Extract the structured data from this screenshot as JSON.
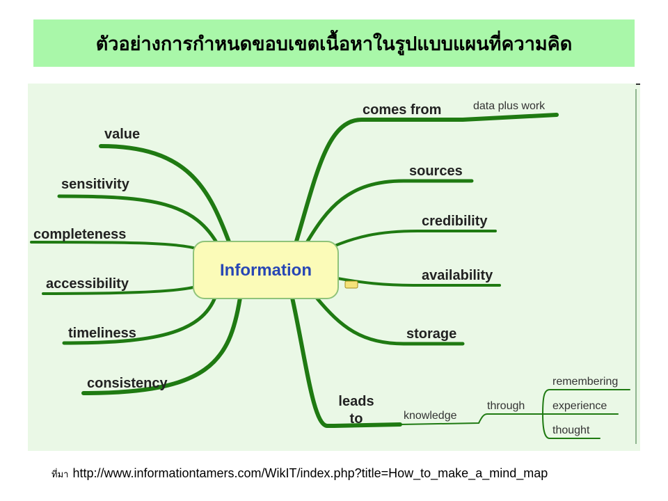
{
  "title": "ตัวอย่างการกำหนดขอบเขตเนื้อหาในรูปแบบแผนที่ความคิด",
  "center": "Information",
  "left_branches": [
    "value",
    "sensitivity",
    "completeness",
    "accessibility",
    "timeliness",
    "consistency"
  ],
  "right_branches": [
    "comes from",
    "sources",
    "credibility",
    "availability",
    "storage"
  ],
  "comes_from_sub": "data plus work",
  "leads_to": {
    "line1": "leads",
    "line2": "to"
  },
  "knowledge": "knowledge",
  "through": "through",
  "through_items": [
    "remembering",
    "experience",
    "thought"
  ],
  "source": {
    "prefix": "ที่มา",
    "url": "http://www.informationtamers.com/WikIT/index.php?title=How_to_make_a_mind_map"
  },
  "colors": {
    "branch": "#1f7a12",
    "title_bg": "#a9f7a9",
    "map_bg": "#eaf8e6",
    "center_fill": "#fbfbb8",
    "center_text": "#2847b5"
  }
}
